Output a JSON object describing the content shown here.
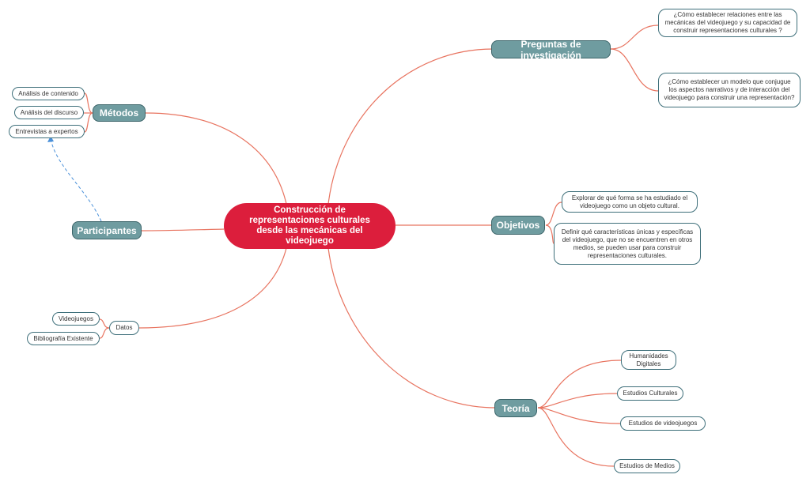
{
  "center": "Construcción de representaciones culturales desde las mecánicas del videojuego",
  "branches": {
    "preguntas": {
      "label": "Preguntas de investigación",
      "items": [
        "¿Cómo establecer relaciones entre las mecánicas del videojuego y su capacidad de construir representaciones culturales ?",
        "¿Cómo establecer un modelo que conjugue los aspectos narrativos y de interacción del videojuego para construir una representación?"
      ]
    },
    "objetivos": {
      "label": "Objetivos",
      "items": [
        "Explorar de qué forma se ha estudiado el videojuego como un objeto cultural.",
        "Definir qué características únicas y específicas del videojuego, que no se encuentren en otros medios, se pueden usar para construir representaciones culturales."
      ]
    },
    "teoria": {
      "label": "Teoría",
      "items": [
        "Humanidades Digitales",
        "Estudios Culturales",
        "Estudios de videojuegos",
        "Estudios de Medios"
      ]
    },
    "metodos": {
      "label": "Métodos",
      "items": [
        "Análisis de contenido",
        "Análisis del discurso",
        "Entrevistas a expertos"
      ]
    },
    "participantes": {
      "label": "Participantes"
    },
    "datos": {
      "label": "Datos",
      "items": [
        "Videojuegos",
        "Bibliografía Existente"
      ]
    }
  },
  "colors": {
    "center_fill": "#dc1e3c",
    "branch_fill": "#6f9ca0",
    "branch_border": "#3b6469",
    "leaf_border": "#3e6f7a",
    "link": "#e8735f",
    "dashed_link": "#4a90d9"
  }
}
